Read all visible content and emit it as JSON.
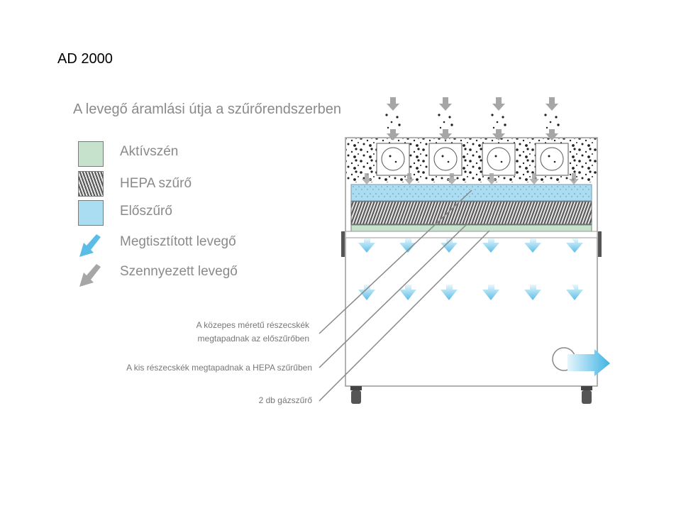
{
  "title": "AD 2000",
  "subtitle": "A levegő áramlási útja a szűrőrendszerben",
  "legend": {
    "carbon": "Aktívszén",
    "hepa": "HEPA szűrő",
    "prefilter": "Előszűrő",
    "clean_air": "Megtisztított levegő",
    "dirty_air": "Szennyezett levegő"
  },
  "callouts": {
    "medium_line1": "A közepes méretű  részecskék",
    "medium_line2": "megtapadnak az előszűrőben",
    "small": "A kis részecskék megtapadnak a HEPA szűrűben",
    "gas": "2 db gázszűrő"
  },
  "colors": {
    "carbon": "#c6e1cc",
    "prefilter": "#aadcf2",
    "clean_arrow": "#5bbde6",
    "dirty_arrow": "#a6a6a6",
    "leader": "#888888"
  }
}
